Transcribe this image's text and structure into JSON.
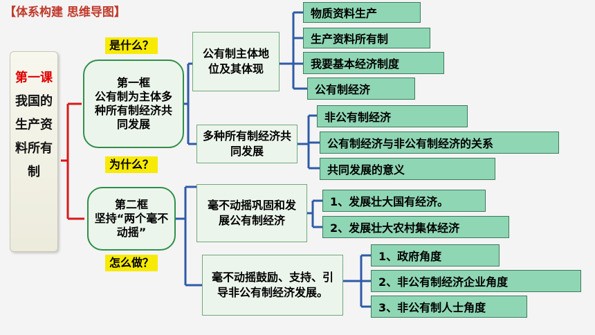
{
  "title": "【体系构建 思维导图】",
  "root": {
    "highlight": "第一课",
    "rest": "我国的生产资料所有制"
  },
  "questions": {
    "what": "是什么？",
    "why": "为什么？",
    "how": "怎么做？"
  },
  "lesson1": {
    "label": "第一框\n公有制为主体多种所有制经济共同发展",
    "topic1": {
      "label": "公有制主体地位及其体现",
      "items": [
        "物质资料生产",
        "生产资料所有制",
        "我要基本经济制度",
        "公有制经济"
      ]
    },
    "topic2": {
      "label": "多种所有制经济共同发展",
      "items": [
        "非公有制经济",
        "公有制经济与非公有制经济的关系",
        "共同发展的意义"
      ]
    }
  },
  "lesson2": {
    "label": "第二框\n坚持“两个毫不动摇”",
    "topic1": {
      "label": "毫不动摇巩固和发展公有制经济",
      "items": [
        "1、发展壮大国有经济。",
        "2、发展壮大农村集体经济"
      ]
    },
    "topic2": {
      "label": "毫不动摇鼓励、支持、引导非公有制经济发展。",
      "items": [
        "1、政府角度",
        "2、非公有制经济企业角度",
        "3、非公有制人士角度"
      ]
    }
  },
  "colors": {
    "red_line": "#d81818",
    "blue_line": "#2e5aa7",
    "leaf_fill": "#8fd6b4",
    "question_fill": "#f7ea05"
  }
}
